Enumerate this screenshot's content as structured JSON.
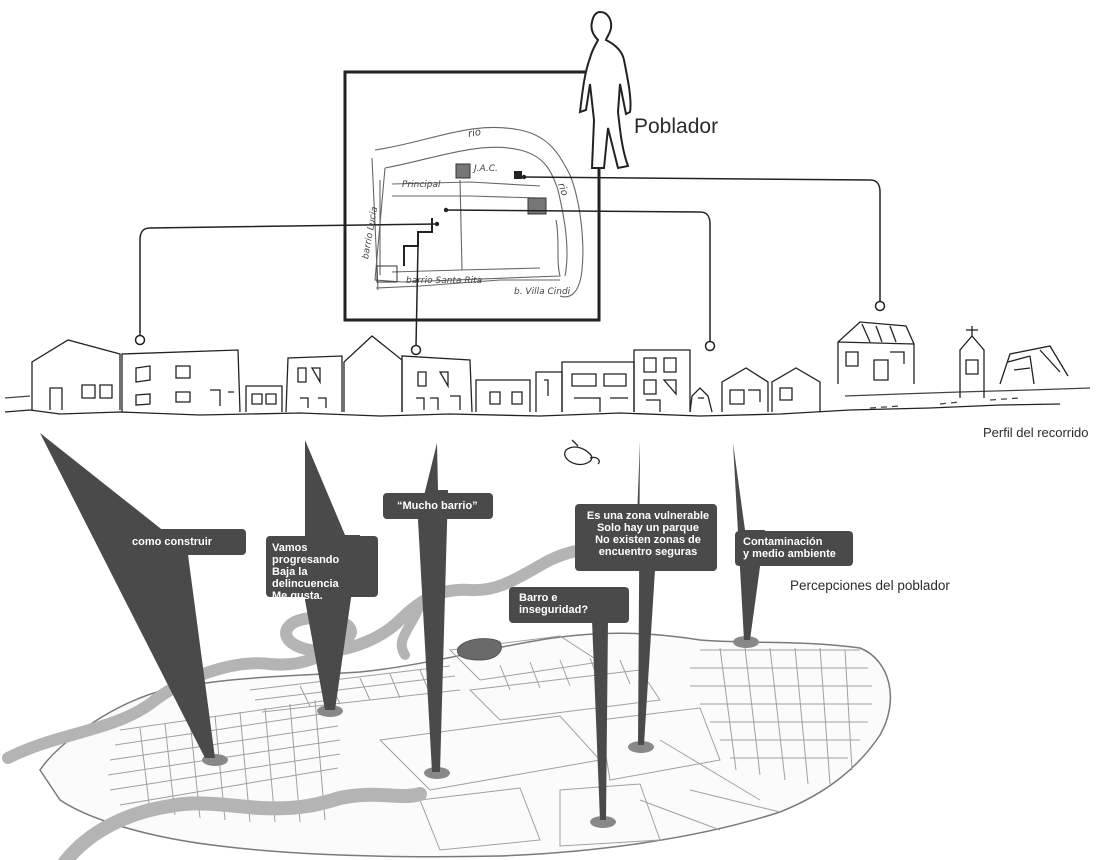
{
  "labels": {
    "resident": "Poblador",
    "route_profile": "Perfil del recorrido",
    "perceptions": "Percepciones del poblador"
  },
  "sketch_labels": {
    "river_top": "rio",
    "river_right": "rio",
    "jac": "J.A.C.",
    "principal": "Principal",
    "barrio_left": "barrio Lucia",
    "barrio_bottom": "barrio Santa Rita",
    "villa": "b. Villa Cindi"
  },
  "bubbles": [
    {
      "id": "como-construir",
      "text": "como construir"
    },
    {
      "id": "vamos-progresando",
      "text": "Vamos progresando\nBaja la delincuencia\nMe gusta."
    },
    {
      "id": "mucho-barrio",
      "text": "“Mucho barrio”"
    },
    {
      "id": "barro-inseguridad",
      "text": "Barro e\ninseguridad?"
    },
    {
      "id": "zona-vulnerable",
      "text": "Es una zona vulnerable\nSolo hay un parque\nNo existen zonas de\nencuentro seguras"
    },
    {
      "id": "contaminacion",
      "text": "Contaminación\ny medio ambiente"
    }
  ],
  "colors": {
    "bubble": "#4a4a4a",
    "river": "#b4b4b4",
    "ink": "#222222",
    "street": "#9a9a9a"
  }
}
